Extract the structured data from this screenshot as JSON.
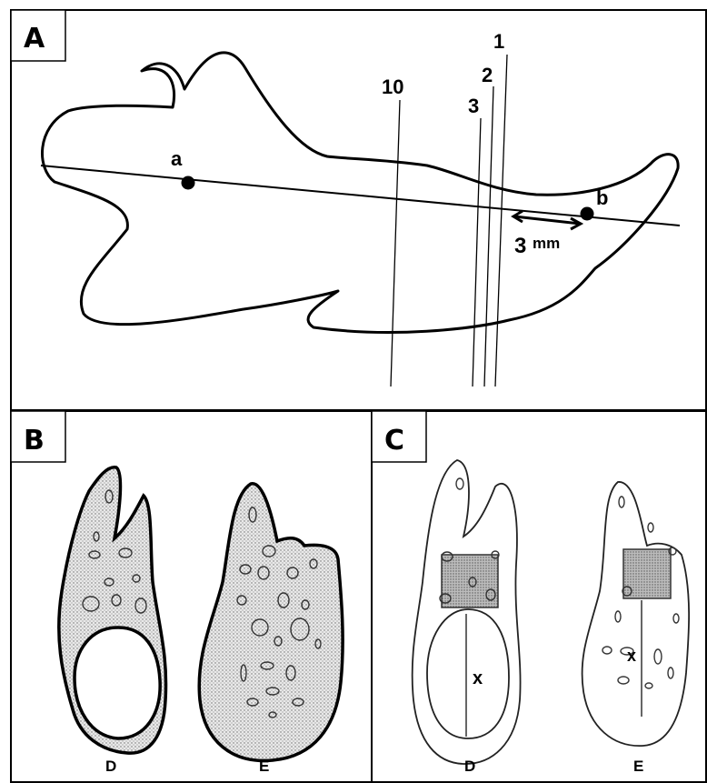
{
  "panels": {
    "A": {
      "letter": "A",
      "point_a": "a",
      "point_b": "b",
      "section_labels": [
        "1",
        "2",
        "3",
        "10"
      ],
      "distance_number": "3",
      "distance_unit": "mm"
    },
    "B": {
      "letter": "B",
      "left_label": "D",
      "right_label": "E"
    },
    "C": {
      "letter": "C",
      "left_label": "D",
      "right_label": "E",
      "measure_left": "x",
      "measure_right": "x"
    }
  },
  "colors": {
    "line": "#000000",
    "stipple_fill": "#e6e6e6",
    "cortex_square": "#bdbdbd",
    "background": "#ffffff"
  }
}
